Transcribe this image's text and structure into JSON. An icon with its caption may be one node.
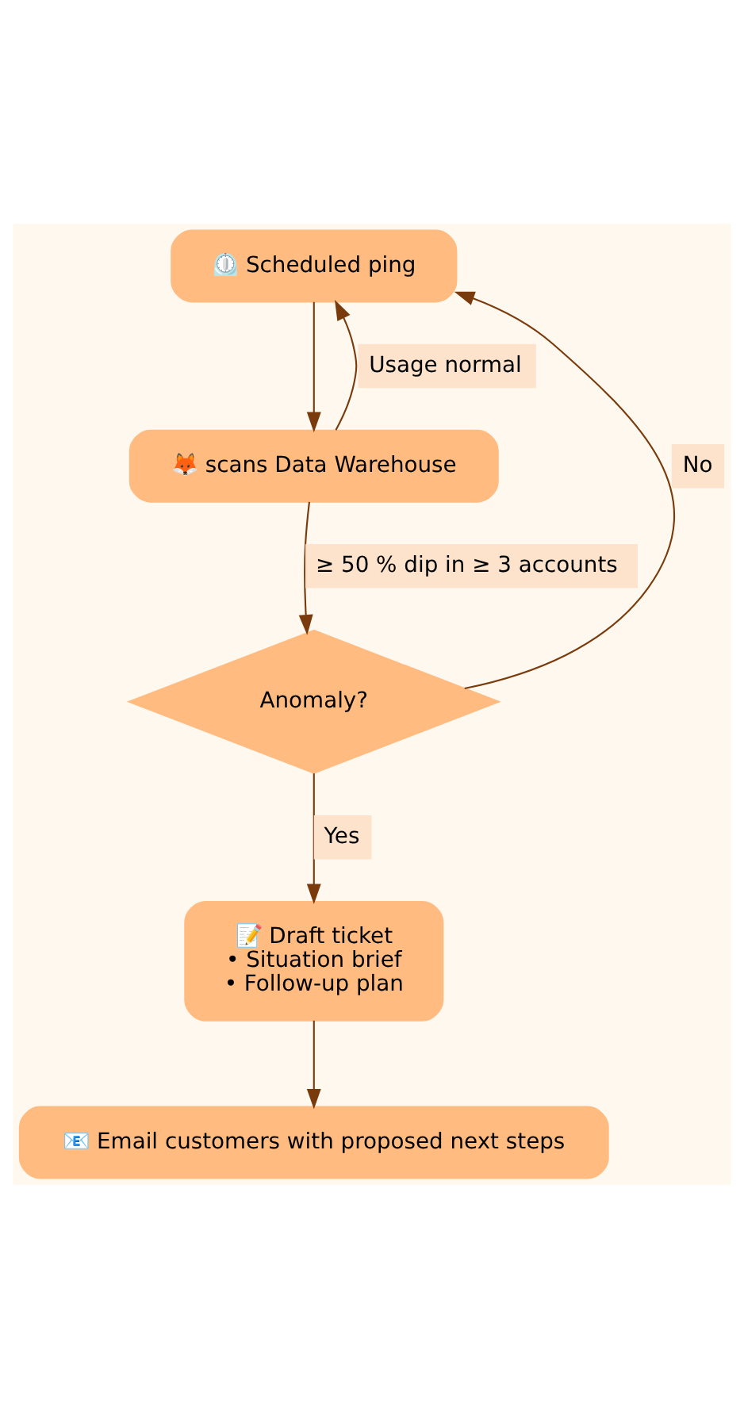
{
  "diagram": {
    "nodes": [
      {
        "text": [
          "⏲️ Scheduled ping"
        ]
      },
      {
        "text": [
          "🦊 scans Data Warehouse"
        ]
      },
      {
        "text": [
          "Anomaly?"
        ]
      },
      {
        "text": [
          "📝 Draft ticket",
          "• Situation brief",
          "• Follow-up plan"
        ]
      },
      {
        "text": [
          "📧 Email customers with proposed next steps"
        ]
      }
    ],
    "edges": [
      {
        "from": 0,
        "to": 1,
        "arrow": "to"
      },
      {
        "from": 1,
        "to": 0,
        "arrow": "to",
        "label": "Usage normal"
      },
      {
        "from": 1,
        "to": 2,
        "arrow": "to",
        "label": "≥ 50 % dip in ≥ 3 accounts"
      },
      {
        "from": 2,
        "to": 0,
        "arrow": "to",
        "label": "No"
      },
      {
        "from": 2,
        "to": 3,
        "arrow": "to",
        "label": "Yes"
      },
      {
        "from": 3,
        "to": 4,
        "arrow": "to"
      }
    ]
  }
}
